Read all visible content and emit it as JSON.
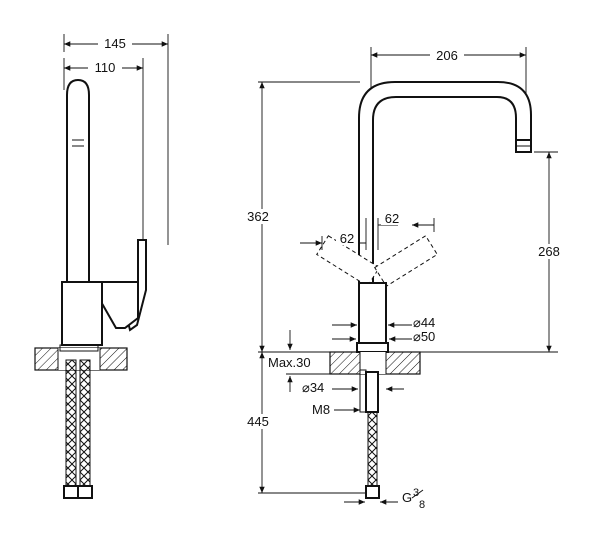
{
  "dimensions": {
    "side_overall_depth": "145",
    "side_spout_depth": "110",
    "front_spout_reach": "206",
    "overall_height": "362",
    "handle_offset_left": "62",
    "handle_offset_right": "62",
    "outlet_height": "268",
    "body_diameter_top": "⌀44",
    "body_diameter_base": "⌀50",
    "max_deck_thickness": "Max.30",
    "hole_diameter": "⌀34",
    "stud_thread": "M8",
    "hose_length": "445",
    "connection_thread": "G",
    "connection_fraction_num": "3",
    "connection_fraction_den": "8"
  }
}
